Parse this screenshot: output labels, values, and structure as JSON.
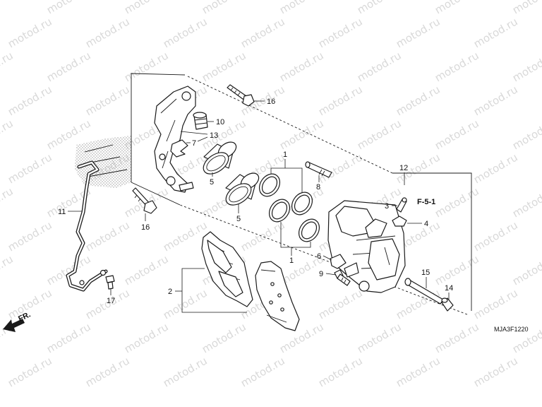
{
  "watermark": "motod.ru",
  "diagram_code": "MJA3F1220",
  "direction": "FR.",
  "reference": "F-5-1",
  "callouts": {
    "bolt_top": "16",
    "part10": "10",
    "part7": "7",
    "part13": "13",
    "piston_a": "5",
    "piston_b": "5",
    "seals_top": "1",
    "seals_bottom": "1",
    "part8": "8",
    "part12": "12",
    "part3": "3",
    "part4": "4",
    "part6": "6",
    "part9": "9",
    "part15": "15",
    "part14": "14",
    "part11": "11",
    "bolt_lower": "16",
    "part17": "17",
    "part2": "2"
  }
}
